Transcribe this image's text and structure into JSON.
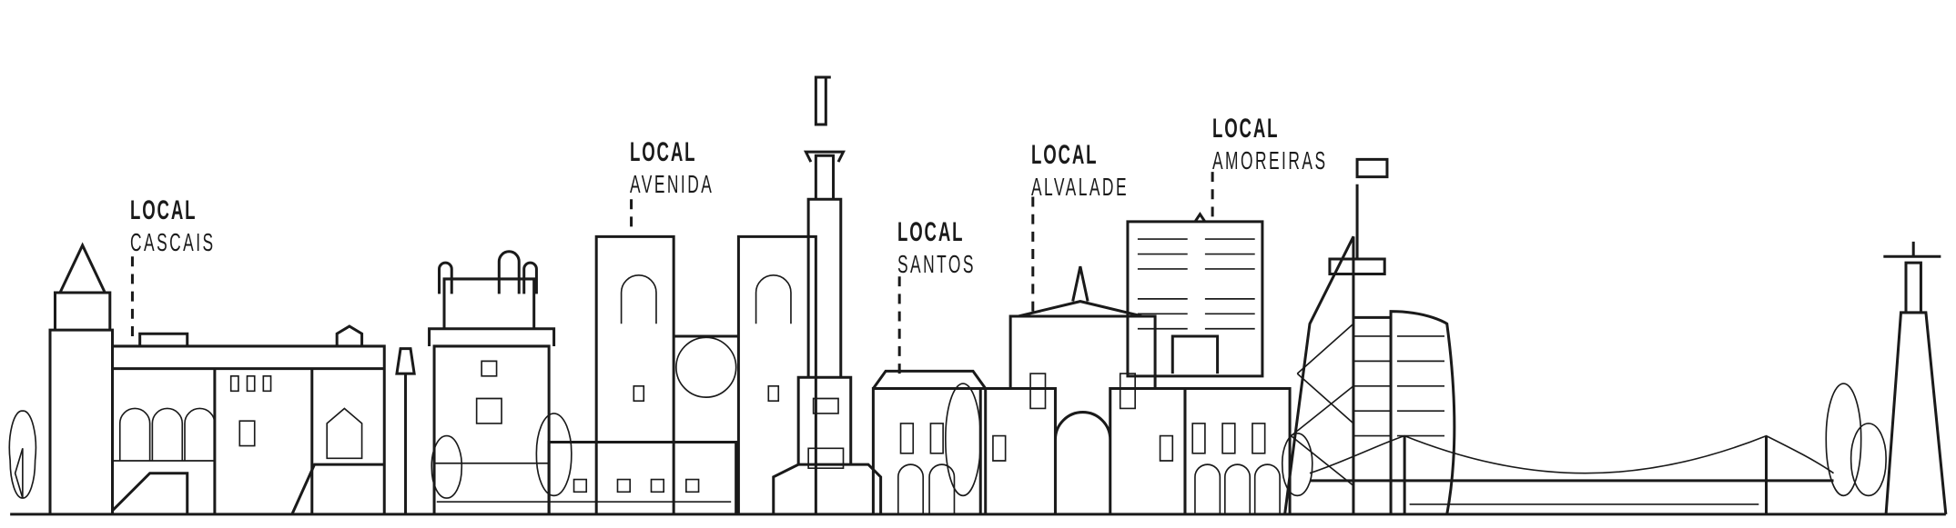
{
  "locations": [
    {
      "title": "LOCAL",
      "name": "CASCAIS"
    },
    {
      "title": "LOCAL",
      "name": "AVENIDA"
    },
    {
      "title": "LOCAL",
      "name": "SANTOS"
    },
    {
      "title": "LOCAL",
      "name": "ALVALADE"
    },
    {
      "title": "LOCAL",
      "name": "AMOREIRAS"
    }
  ],
  "colors": {
    "ink": "#1a1a1a",
    "background": "#ffffff"
  }
}
